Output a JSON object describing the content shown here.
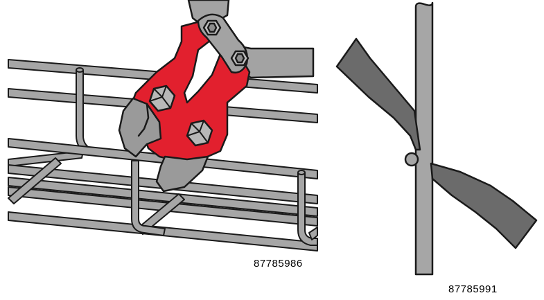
{
  "figures": [
    {
      "id": "left",
      "subject": "bolt-cutter-on-wire-mesh-tray",
      "code": "87785986"
    },
    {
      "id": "right",
      "subject": "cutting-jaws-closing-on-single-wire",
      "code": "87785991"
    }
  ],
  "colors": {
    "wire_fill": "#a6a6a6",
    "outline": "#1a1a1a",
    "tool_body": "#e2202e",
    "jaw_grey": "#9a9a9a",
    "blade_dark": "#6b6b6b",
    "handle_grey": "#a3a3a3"
  },
  "icons": [
    "hex-bolt-icon"
  ]
}
